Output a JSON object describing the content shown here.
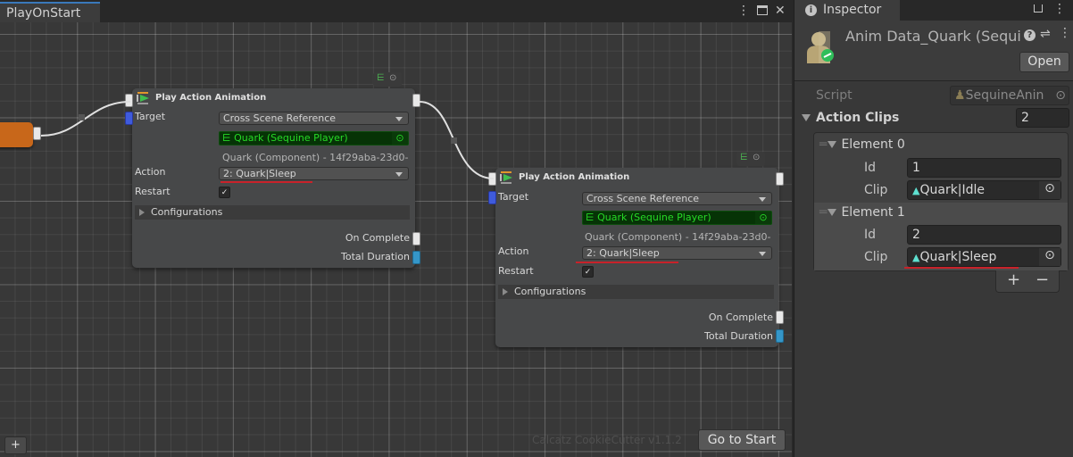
{
  "graph_window": {
    "tab_label": "PlayOnStart",
    "menu_icon": "⋮",
    "maximize_icon": "🗖",
    "close_icon": "✕",
    "add_button": "+",
    "watermark": "Calcatz CookieCutter v1.1.2",
    "go_to_start_button": "Go to Start"
  },
  "nodes": [
    {
      "title": "Play Action Animation",
      "target_label": "Target",
      "target_value": "Cross Scene Reference",
      "object_value": "Quark (Sequine Player)",
      "component_text": "Quark (Component) - 14f29aba-23d0-",
      "action_label": "Action",
      "action_value": "2: Quark|Sleep",
      "restart_label": "Restart",
      "restart_checked": true,
      "check_glyph": "✓",
      "configurations_label": "Configurations",
      "on_complete_label": "On Complete",
      "total_duration_label": "Total Duration"
    },
    {
      "title": "Play Action Animation",
      "target_label": "Target",
      "target_value": "Cross Scene Reference",
      "object_value": "Quark (Sequine Player)",
      "component_text": "Quark (Component) - 14f29aba-23d0-",
      "action_label": "Action",
      "action_value": "2: Quark|Sleep",
      "restart_label": "Restart",
      "restart_checked": true,
      "check_glyph": "✓",
      "configurations_label": "Configurations",
      "on_complete_label": "On Complete",
      "total_duration_label": "Total Duration"
    }
  ],
  "inspector": {
    "tab_label": "Inspector",
    "info_icon": "i",
    "lock_icon": "🔓",
    "menu_icon": "⋮",
    "asset_title": "Anim Data_Quark (Sequi",
    "help_icon": "?",
    "settings_icon": "⇌",
    "open_button": "Open",
    "script_label": "Script",
    "script_value": "SequineAnin",
    "action_clips_label": "Action Clips",
    "action_clips_count": "2",
    "elements": [
      {
        "header": "Element 0",
        "id_label": "Id",
        "id_value": "1",
        "clip_label": "Clip",
        "clip_value": "Quark|Idle"
      },
      {
        "header": "Element 1",
        "id_label": "Id",
        "id_value": "2",
        "clip_label": "Clip",
        "clip_value": "Quark|Sleep"
      }
    ],
    "add_element": "+",
    "remove_element": "−"
  },
  "colors": {
    "accent_tab": "#3a79bb",
    "object_field_green": "#26d926",
    "port_blue": "#3f5bdc",
    "port_cyan": "#3596c8",
    "start_node_orange": "#c8671a",
    "error_underline": "#c8222a"
  }
}
